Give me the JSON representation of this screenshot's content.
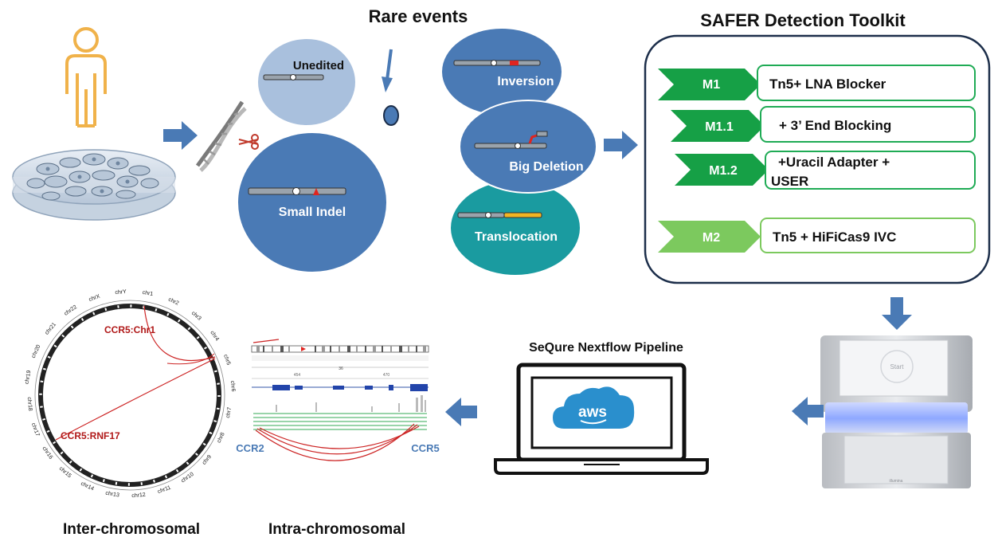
{
  "colors": {
    "blob_dark": "#4a7ab5",
    "blob_light": "#a9c0dd",
    "teal": "#1a9ba0",
    "arrow": "#4a7ab5",
    "green_dark": "#16a046",
    "green_mid": "#1fab55",
    "green_light": "#7cc95e",
    "chrom_red": "#e0241f",
    "chrom_orange": "#f2b523",
    "person": "#f0b24a",
    "link_red": "#cc2222",
    "ccr_blue": "#4a7ab5"
  },
  "rare_events": {
    "title": "Rare events",
    "unedited": "Unedited",
    "small_indel": "Small Indel",
    "inversion": "Inversion",
    "big_deletion": "Big Deletion",
    "translocation": "Translocation"
  },
  "toolkit": {
    "title": "SAFER Detection Toolkit",
    "methods": [
      {
        "tag": "M1",
        "desc": "Tn5+ LNA Blocker"
      },
      {
        "tag": "M1.1",
        "desc": "+ 3’ End Blocking"
      },
      {
        "tag": "M1.2",
        "desc_line1": "+Uracil Adapter +",
        "desc_line2": "USER"
      },
      {
        "tag": "M2",
        "desc": "Tn5 + HiFiCas9 IVC"
      }
    ]
  },
  "pipeline": {
    "title": "SeQure Nextflow Pipeline",
    "cloud_label": "aws"
  },
  "sequencer": {
    "screen_text": "Start",
    "brand": "illumina"
  },
  "circos": {
    "caption": "Inter-chromosomal",
    "label_chr1": "CCR5:Chr1",
    "label_rnf17": "CCR5:RNF17",
    "chromosomes": [
      "chr1",
      "chr2",
      "chr3",
      "chr4",
      "chr5",
      "chr6",
      "chr7",
      "chr8",
      "chr9",
      "chr10",
      "chr11",
      "chr12",
      "chr13",
      "chr14",
      "chr15",
      "chr16",
      "chr17",
      "chr18",
      "chr19",
      "chr20",
      "chr21",
      "chr22",
      "chrX",
      "chrY"
    ]
  },
  "igv": {
    "caption": "Intra-chromosomal",
    "label_left": "CCR2",
    "label_right": "CCR5",
    "scale_label": "36",
    "tick_left": "454",
    "tick_right": "470"
  }
}
